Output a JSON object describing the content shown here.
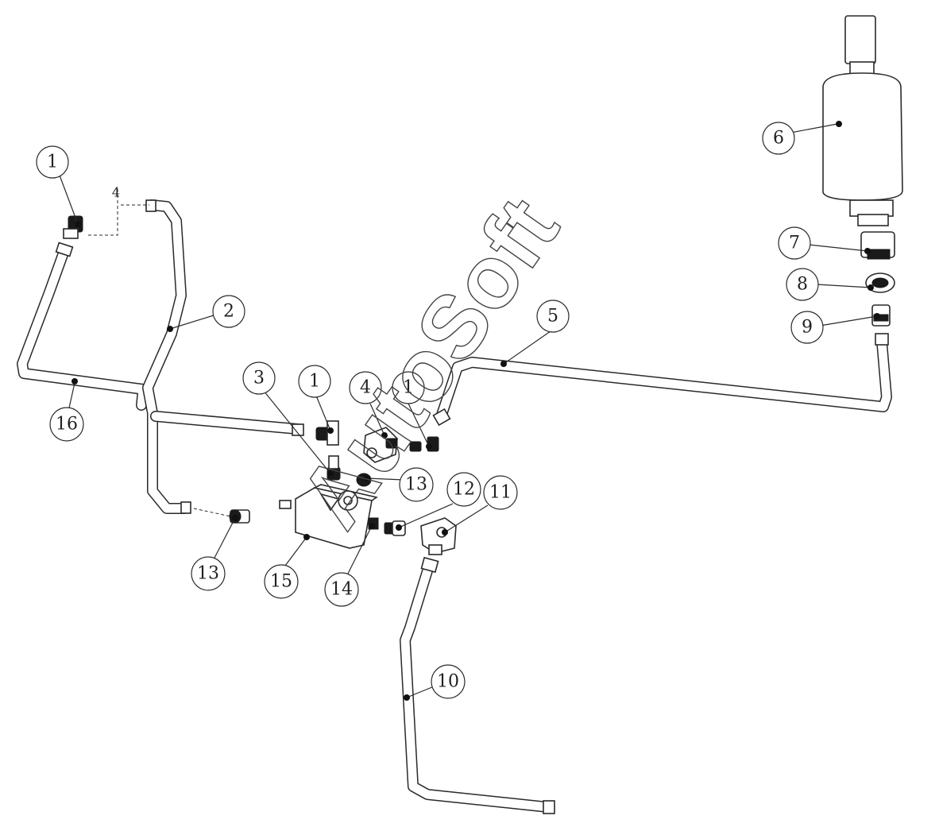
{
  "watermark": "AutoSoft",
  "callouts": [
    {
      "id": "c1a",
      "label": "1"
    },
    {
      "id": "c2",
      "label": "2"
    },
    {
      "id": "c16",
      "label": "16"
    },
    {
      "id": "c3",
      "label": "3"
    },
    {
      "id": "c1b",
      "label": "1"
    },
    {
      "id": "c4",
      "label": "4"
    },
    {
      "id": "c1c",
      "label": "1"
    },
    {
      "id": "c5",
      "label": "5"
    },
    {
      "id": "c6",
      "label": "6"
    },
    {
      "id": "c7",
      "label": "7"
    },
    {
      "id": "c8",
      "label": "8"
    },
    {
      "id": "c9",
      "label": "9"
    },
    {
      "id": "c12",
      "label": "12"
    },
    {
      "id": "c11",
      "label": "11"
    },
    {
      "id": "c13a",
      "label": "13"
    },
    {
      "id": "c13b",
      "label": "13"
    },
    {
      "id": "c15",
      "label": "15"
    },
    {
      "id": "c14",
      "label": "14"
    },
    {
      "id": "c10",
      "label": "10"
    }
  ],
  "dash_marker": "4"
}
